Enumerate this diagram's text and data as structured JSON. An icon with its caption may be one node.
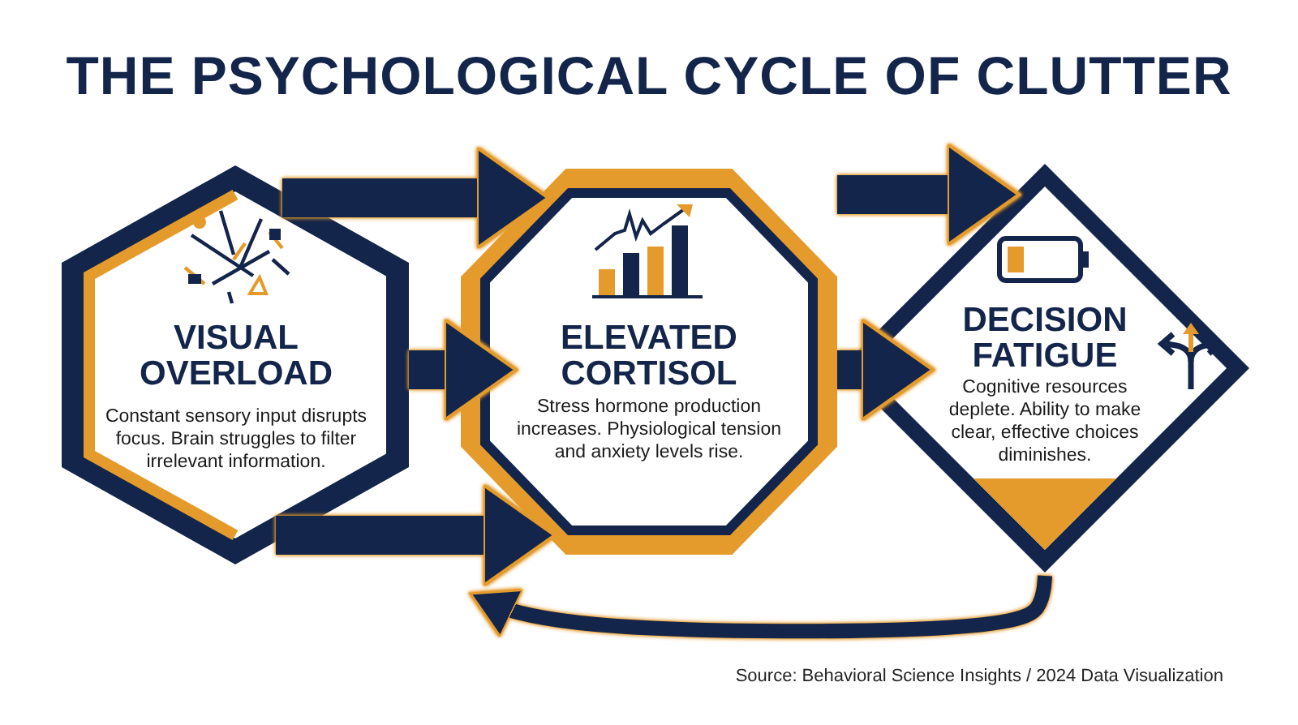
{
  "diagram": {
    "title": "THE PSYCHOLOGICAL CYCLE OF CLUTTER",
    "nodes": [
      {
        "text": [
          "VISUAL OVERLOAD",
          "Constant sensory input disrupts focus. Brain struggles to filter irrelevant information."
        ]
      },
      {
        "text": [
          "ELEVATED CORTISOL",
          "Stress hormone production increases. Physiological tension and anxiety levels rise."
        ]
      },
      {
        "text": [
          "DECISION FATIGUE",
          "Cognitive resources deplete. Ability to make clear, effective choices diminishes."
        ]
      }
    ],
    "edges": [
      {
        "from": 0,
        "to": 1,
        "arrow": "to"
      },
      {
        "from": 1,
        "to": 2,
        "arrow": "to"
      },
      {
        "from": 0,
        "to": 1,
        "arrow": "to"
      },
      {
        "from": 1,
        "to": 2,
        "arrow": "to"
      },
      {
        "from": 0,
        "to": 1,
        "arrow": "to"
      },
      {
        "from": 2,
        "to": null,
        "arrow": "to"
      }
    ],
    "labels": [
      "Source: Behavioral Science Insights / 2024 Data Visualization"
    ]
  }
}
